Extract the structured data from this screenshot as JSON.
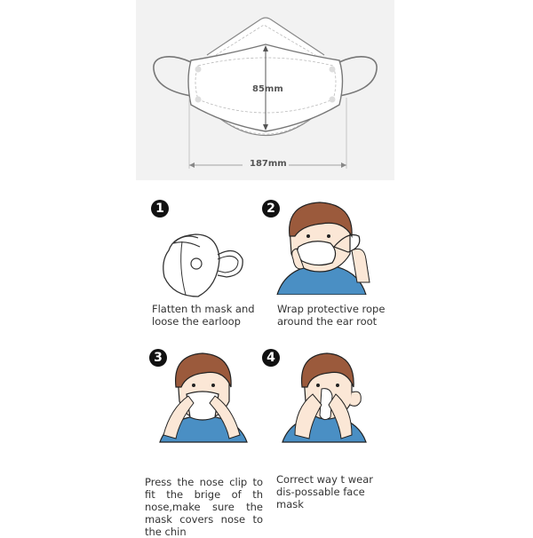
{
  "dimensions": {
    "height_label": "85mm",
    "width_label": "187mm"
  },
  "steps": [
    {
      "number": "1",
      "text": "Flatten th mask and loose the earloop"
    },
    {
      "number": "2",
      "text": "Wrap protective rope around the ear root"
    },
    {
      "number": "3",
      "text": "Press the nose clip to fit the brige of th nose,make sure the mask covers nose to the chin"
    },
    {
      "number": "4",
      "text": "Correct way t wear dis-possable face mask"
    }
  ],
  "colors": {
    "hair": "#9b5a3c",
    "skin": "#fbe7d6",
    "shirt": "#4a8fc4",
    "outline": "#222222",
    "panel": "#f2f2f2"
  }
}
